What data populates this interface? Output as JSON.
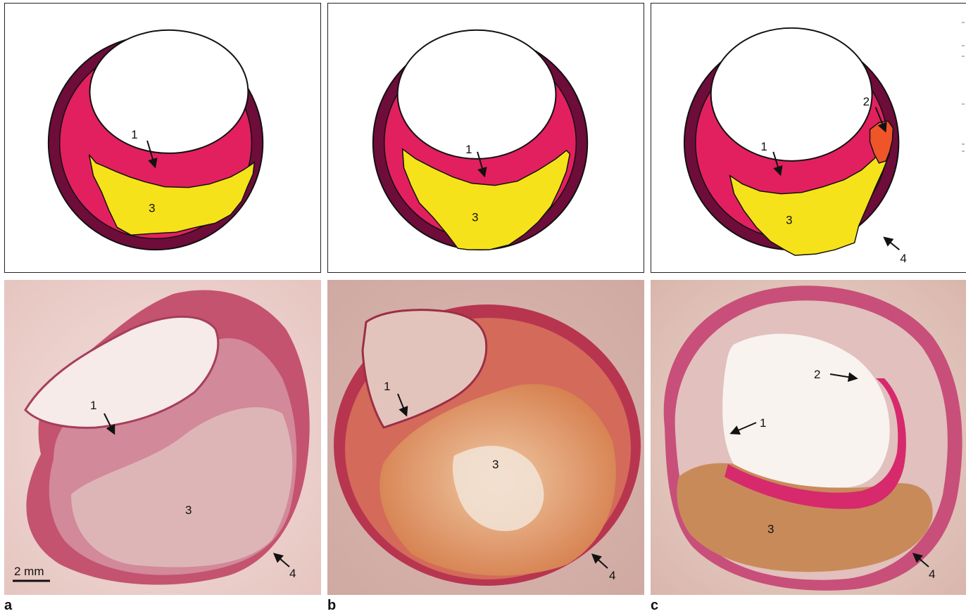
{
  "panels": [
    {
      "letter": "a",
      "diagram_labels": {
        "intima": "1",
        "core": "3"
      },
      "photo_labels": {
        "intima": "1",
        "core": "3",
        "adventitia": "4"
      },
      "scale_bar": "2 mm"
    },
    {
      "letter": "b",
      "diagram_labels": {
        "intima": "1",
        "core": "3"
      },
      "photo_labels": {
        "intima": "1",
        "core": "3",
        "adventitia": "4"
      }
    },
    {
      "letter": "c",
      "diagram_labels": {
        "intima": "1",
        "thrombus": "2",
        "core": "3",
        "adventitia": "4"
      },
      "photo_labels": {
        "intima": "1",
        "thrombus": "2",
        "core": "3",
        "adventitia": "4"
      }
    }
  ],
  "colors": {
    "outer_wall": "#6e0c3a",
    "intima": "#e2205f",
    "lipid_core": "#f6e21a",
    "thrombus": "#f0552a",
    "lumen": "#ffffff",
    "stain_background": "#e9c9c4",
    "stain_tissue": "#c8486a"
  }
}
